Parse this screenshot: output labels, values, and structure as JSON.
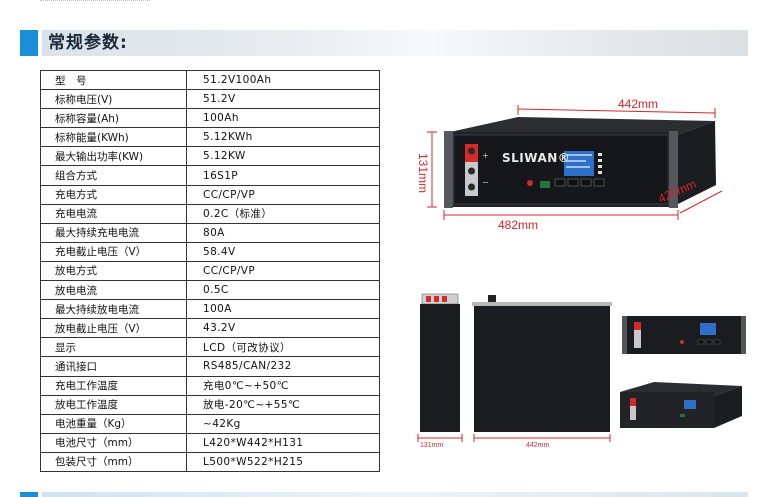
{
  "section": {
    "title": "常规参数:"
  },
  "specs": [
    {
      "k": "型　号",
      "v": "51.2V100Ah"
    },
    {
      "k": "标称电压(V)",
      "v": "51.2V"
    },
    {
      "k": "标称容量(Ah)",
      "v": "100Ah"
    },
    {
      "k": "标称能量(KWh)",
      "v": "5.12KWh"
    },
    {
      "k": "最大输出功率(KW)",
      "v": "5.12KW"
    },
    {
      "k": "组合方式",
      "v": "16S1P"
    },
    {
      "k": "充电方式",
      "v": "CC/CP/VP"
    },
    {
      "k": "充电电流",
      "v": "0.2C（标准）"
    },
    {
      "k": "最大持续充电电流",
      "v": "80A"
    },
    {
      "k": "充电截止电压（V）",
      "v": "58.4V"
    },
    {
      "k": "放电方式",
      "v": "CC/CP/VP"
    },
    {
      "k": "放电电流",
      "v": "0.5C"
    },
    {
      "k": "最大持续放电电流",
      "v": "100A"
    },
    {
      "k": "放电截止电压（V）",
      "v": "43.2V"
    },
    {
      "k": "显示",
      "v": "LCD（可改协议）"
    },
    {
      "k": "通讯接口",
      "v": "RS485/CAN/232"
    },
    {
      "k": "充电工作温度",
      "v": "充电0℃~+50℃"
    },
    {
      "k": "放电工作温度",
      "v": "放电-20℃~+55℃"
    },
    {
      "k": "电池重量（Kg）",
      "v": "~42Kg"
    },
    {
      "k": "电池尺寸（mm）",
      "v": "L420*W442*H131"
    },
    {
      "k": "包装尺寸（mm）",
      "v": "L500*W522*H215"
    }
  ],
  "product": {
    "brand": "SLIWAN®",
    "dims_main": {
      "width_top": "442mm",
      "height": "131mm",
      "width_front": "482mm",
      "depth": "420mm"
    },
    "dims_side": {
      "side": "131mm",
      "back": "442mm"
    },
    "colors": {
      "accent": "#1a8ed6",
      "dim_red": "#d6262c",
      "terminal_red": "#d42a2a",
      "lcd_blue": "#2f6fc8"
    }
  }
}
